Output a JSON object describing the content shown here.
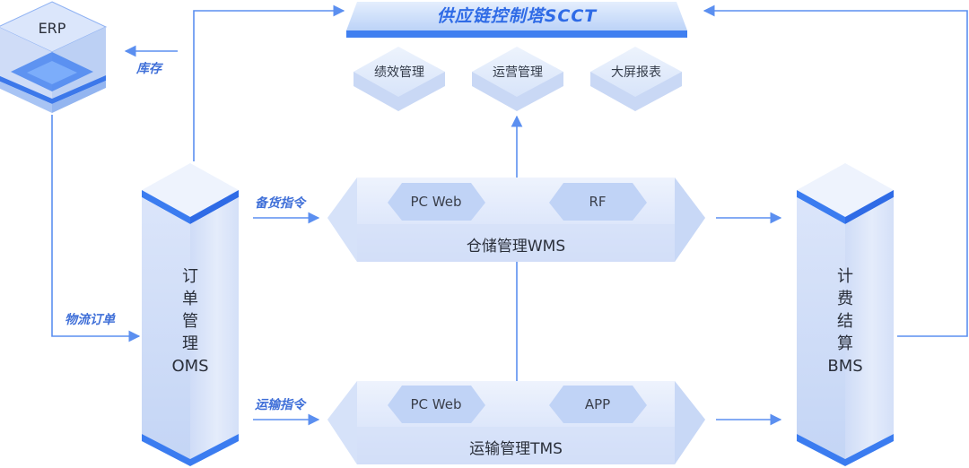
{
  "erp": {
    "label": "ERP"
  },
  "scct": {
    "title": "供应链控制塔SCCT",
    "modules": [
      "绩效管理",
      "运营管理",
      "大屏报表"
    ]
  },
  "oms": {
    "label_chars": [
      "订",
      "单",
      "管",
      "理"
    ],
    "label_en": "OMS"
  },
  "bms": {
    "label_chars": [
      "计",
      "费",
      "结",
      "算"
    ],
    "label_en": "BMS"
  },
  "wms": {
    "title": "仓储管理WMS",
    "chips": [
      "PC Web",
      "RF"
    ]
  },
  "tms": {
    "title": "运输管理TMS",
    "chips": [
      "PC Web",
      "APP"
    ]
  },
  "flows": {
    "inventory": "库存",
    "logistics_order": "物流订单",
    "stock_command": "备货指令",
    "transport_command": "运输指令"
  },
  "colors": {
    "arrow": "#5b8ff0",
    "accent": "#2f6be6",
    "box_light": "#dfe8fb",
    "box_mid": "#c3d4f5",
    "column_cap": "#3b7cf0"
  }
}
